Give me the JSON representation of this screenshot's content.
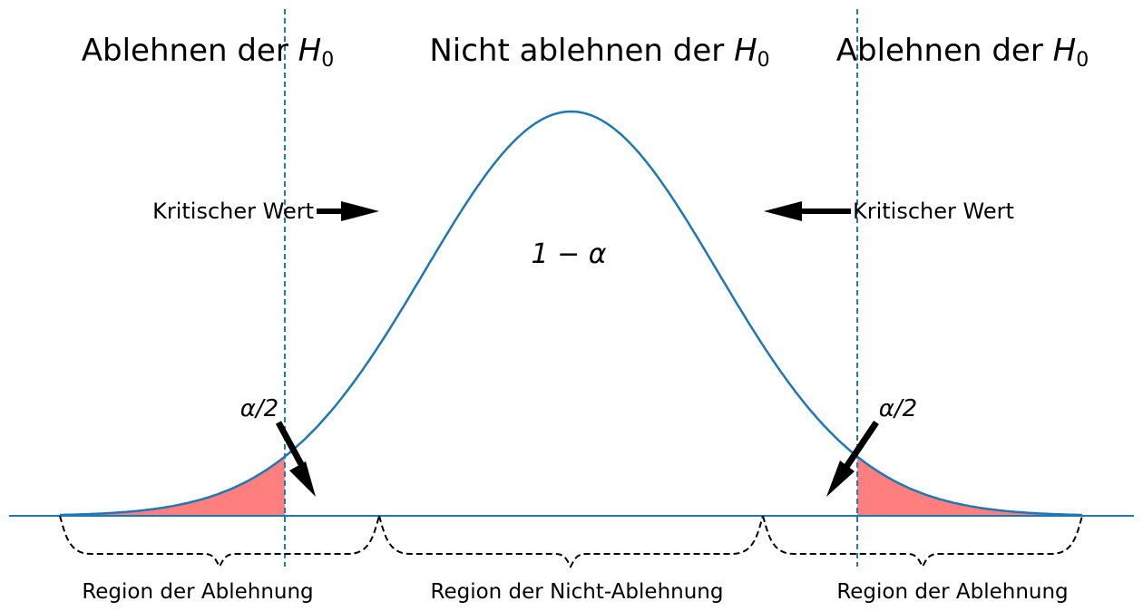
{
  "header": {
    "left": {
      "text": "Ablehnen der ",
      "symbol": "H",
      "sub": "0"
    },
    "middle": {
      "text": "Nicht ablehnen der ",
      "symbol": "H",
      "sub": "0"
    },
    "right": {
      "text": "Ablehnen der ",
      "symbol": "H",
      "sub": "0"
    }
  },
  "annotations": {
    "critical_left": "Kritischer Wert",
    "critical_right": "Kritischer Wert",
    "center_mass": "1 − α",
    "tail_left": "α/2",
    "tail_right": "α/2"
  },
  "regions": {
    "left": "Region der Ablehnung",
    "middle": "Region der Nicht-Ablehnung",
    "right": "Region der Ablehnung"
  },
  "distribution": {
    "type": "normal",
    "mean": 0,
    "critical_values": [
      -1.96,
      1.96
    ],
    "x_range": [
      -3.5,
      3.5
    ]
  },
  "colors": {
    "curve": "#1f77b4",
    "critical_line": "#1f77b4",
    "baseline": "#1f77b4",
    "rejection_fill": "#ff7f7f",
    "arrow": "#000000",
    "brace": "#000000"
  }
}
